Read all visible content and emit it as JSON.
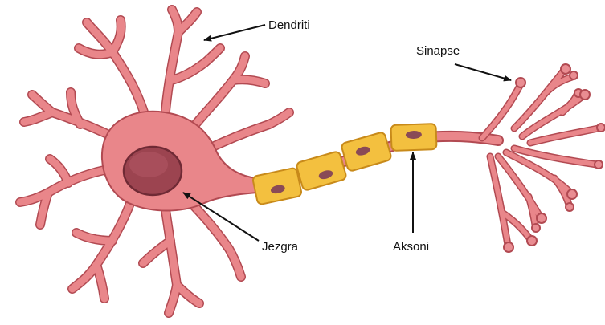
{
  "labels": {
    "dendrites": "Dendriti",
    "synapse": "Sinapse",
    "nucleus": "Jezgra",
    "axon": "Aksoni"
  },
  "colors": {
    "background": "#ffffff",
    "cell_fill": "#e9868a",
    "cell_outline": "#b9555c",
    "dendrite_stroke": "#e07b80",
    "dendrite_outline": "#b24a52",
    "nucleus_fill": "#9c4450",
    "nucleus_outline": "#6f2a35",
    "myelin_fill": "#f3c03f",
    "myelin_outline": "#c88a1a",
    "myelin_nucleus": "#8a4a56",
    "terminal_bulb": "#e98d92",
    "arrow": "#111111",
    "text": "#111111"
  }
}
